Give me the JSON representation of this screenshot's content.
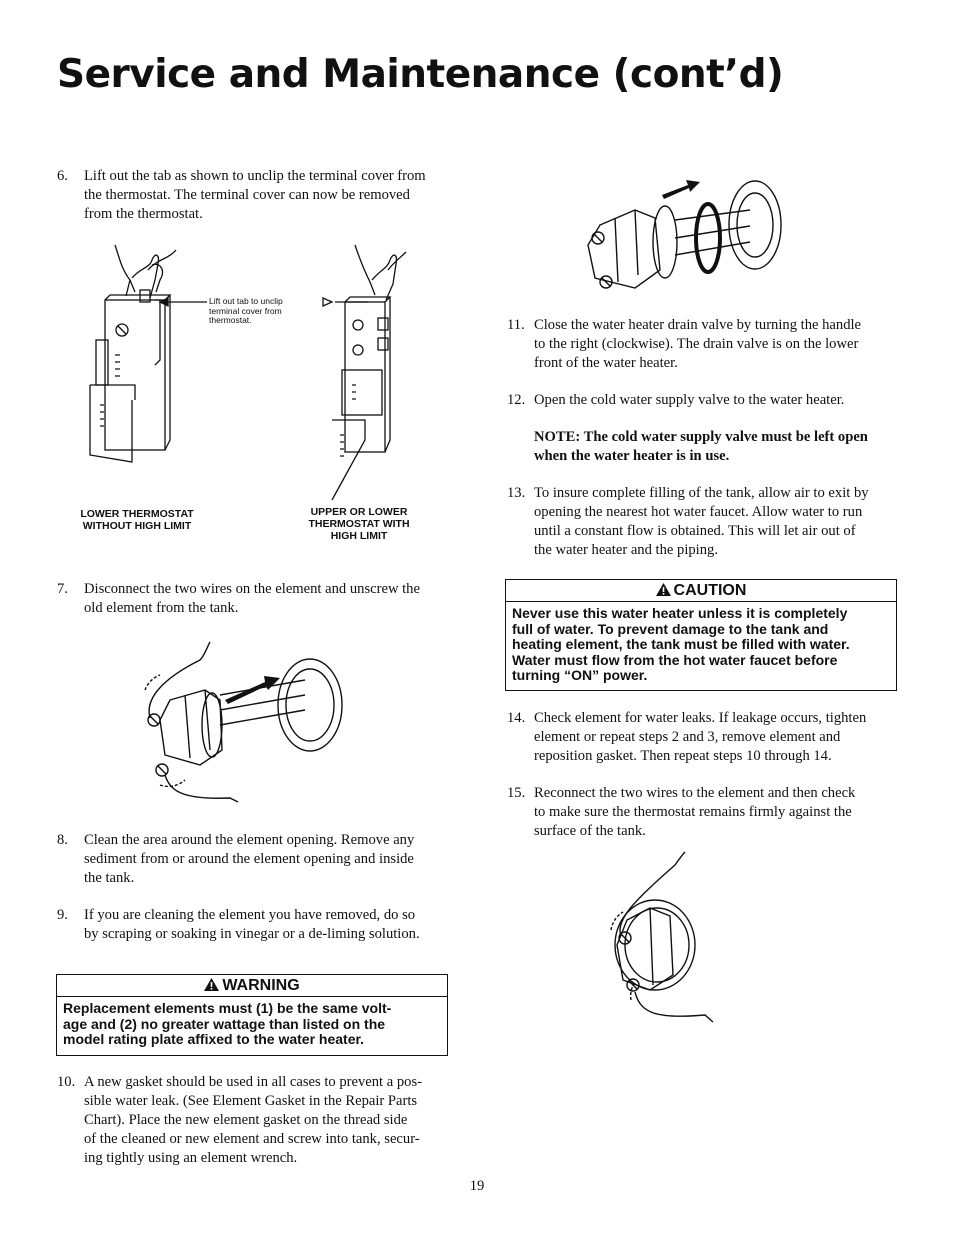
{
  "title": "Service and Maintenance (cont’d)",
  "steps": {
    "s6": {
      "num": "6.",
      "lines": [
        "Lift out the tab as shown to unclip the terminal cover from",
        "the thermostat. The terminal cover can now be removed",
        "from the thermostat."
      ]
    },
    "s7": {
      "num": "7.",
      "lines": [
        "Disconnect the two wires on the element and unscrew the",
        "old element from the tank."
      ]
    },
    "s8": {
      "num": "8.",
      "lines": [
        "Clean the area around the element opening. Remove any",
        "sediment from or around the element opening and inside",
        "the tank."
      ]
    },
    "s9": {
      "num": "9.",
      "lines": [
        "If you are cleaning the element you have removed, do so",
        "by scraping or soaking in vinegar or a de-liming solution."
      ]
    },
    "s10": {
      "num": "10.",
      "lines": [
        "A new gasket should be used in all cases to prevent a pos-",
        "sible water leak. (See Element Gasket in the Repair Parts",
        "Chart). Place the new element gasket on the thread side",
        "of the cleaned or new element and screw into tank, secur-",
        "ing tightly using an element wrench."
      ]
    },
    "s11": {
      "num": "11.",
      "lines": [
        "Close the water heater drain valve by turning the handle",
        "to the right (clockwise). The drain valve is on the lower",
        "front of the water heater."
      ]
    },
    "s12": {
      "num": "12.",
      "lines": [
        "Open the cold water supply valve to the water heater."
      ]
    },
    "s12note": {
      "lines": [
        "NOTE: The cold water supply valve must be left open",
        "when the water heater is in use."
      ]
    },
    "s13": {
      "num": "13.",
      "lines": [
        "To insure complete filling of the tank, allow air to exit by",
        "opening the nearest hot water faucet. Allow water to run",
        "until a constant flow is obtained. This will let air out of",
        "the water heater and the piping."
      ]
    },
    "s14": {
      "num": "14.",
      "lines": [
        "Check element for water leaks. If leakage occurs, tighten",
        "element or repeat steps 2 and 3, remove element and",
        "reposition gasket. Then repeat steps 10 through 14."
      ]
    },
    "s15": {
      "num": "15.",
      "lines": [
        "Reconnect the two wires to the element and then check",
        "to make sure the thermostat remains firmly against the",
        "surface of the tank."
      ]
    }
  },
  "figure_thermostat": {
    "callout_lines": [
      "Lift out tab to unclip",
      "terminal cover from",
      "thermostat."
    ],
    "left_caption_lines": [
      "LOWER THERMOSTAT",
      "WITHOUT HIGH LIMIT"
    ],
    "right_caption_lines": [
      "UPPER OR LOWER",
      "THERMOSTAT WITH",
      "HIGH LIMIT"
    ]
  },
  "warning": {
    "label": "WARNING",
    "lines": [
      "Replacement elements must (1) be the same volt-",
      "age and (2) no greater wattage than listed on the",
      "model rating plate affixed to the water heater."
    ]
  },
  "caution": {
    "label": "CAUTION",
    "lines": [
      "Never use this water heater unless it is completely",
      "full of water. To prevent damage to the tank and",
      "heating element, the tank must be filled with water.",
      "Water must flow from the hot water faucet before",
      "turning “ON” power."
    ]
  },
  "page_number": "19"
}
